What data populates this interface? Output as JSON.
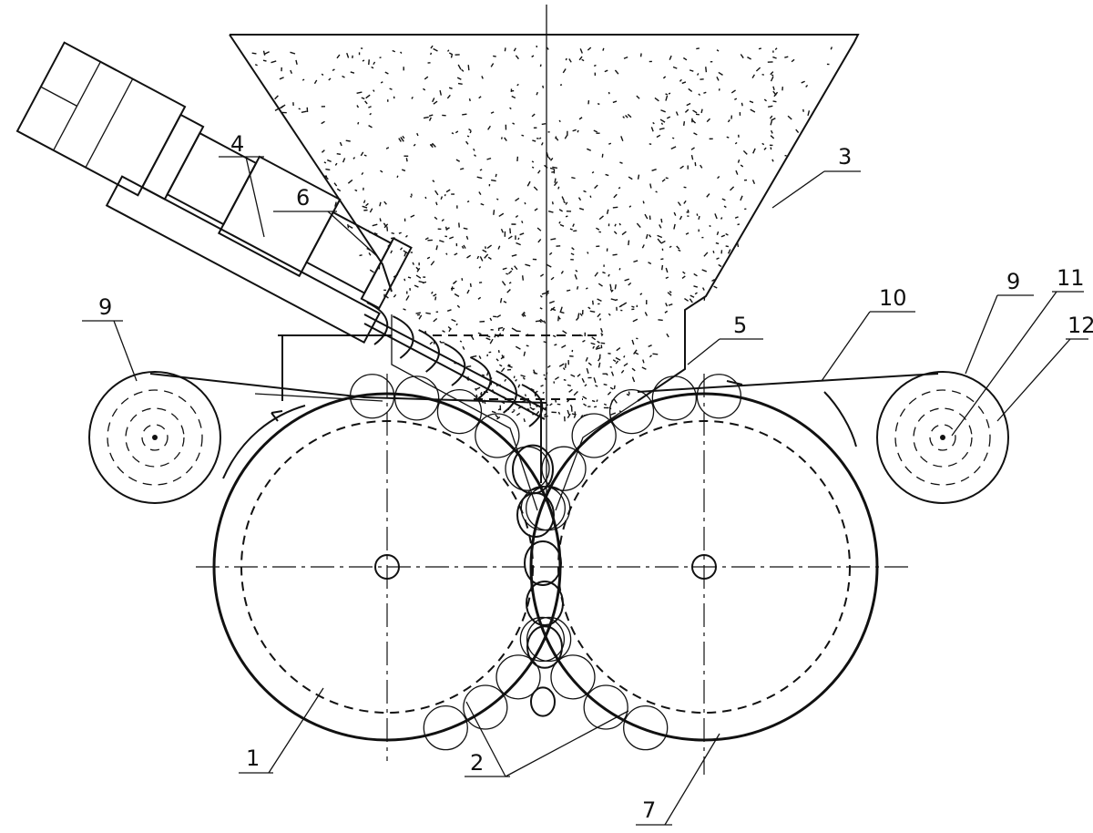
{
  "diagram": {
    "labels": [
      {
        "id": "roll-left",
        "text": "1"
      },
      {
        "id": "cavities",
        "text": "2"
      },
      {
        "id": "hopper",
        "text": "3"
      },
      {
        "id": "motor",
        "text": "4"
      },
      {
        "id": "feed-tube",
        "text": "5"
      },
      {
        "id": "screw",
        "text": "6"
      },
      {
        "id": "roll-right",
        "text": "7"
      },
      {
        "id": "reel-left",
        "text": "9"
      },
      {
        "id": "reel-right",
        "text": "9"
      },
      {
        "id": "film",
        "text": "10"
      },
      {
        "id": "reel-axle",
        "text": "11"
      },
      {
        "id": "reel-body",
        "text": "12"
      }
    ]
  }
}
